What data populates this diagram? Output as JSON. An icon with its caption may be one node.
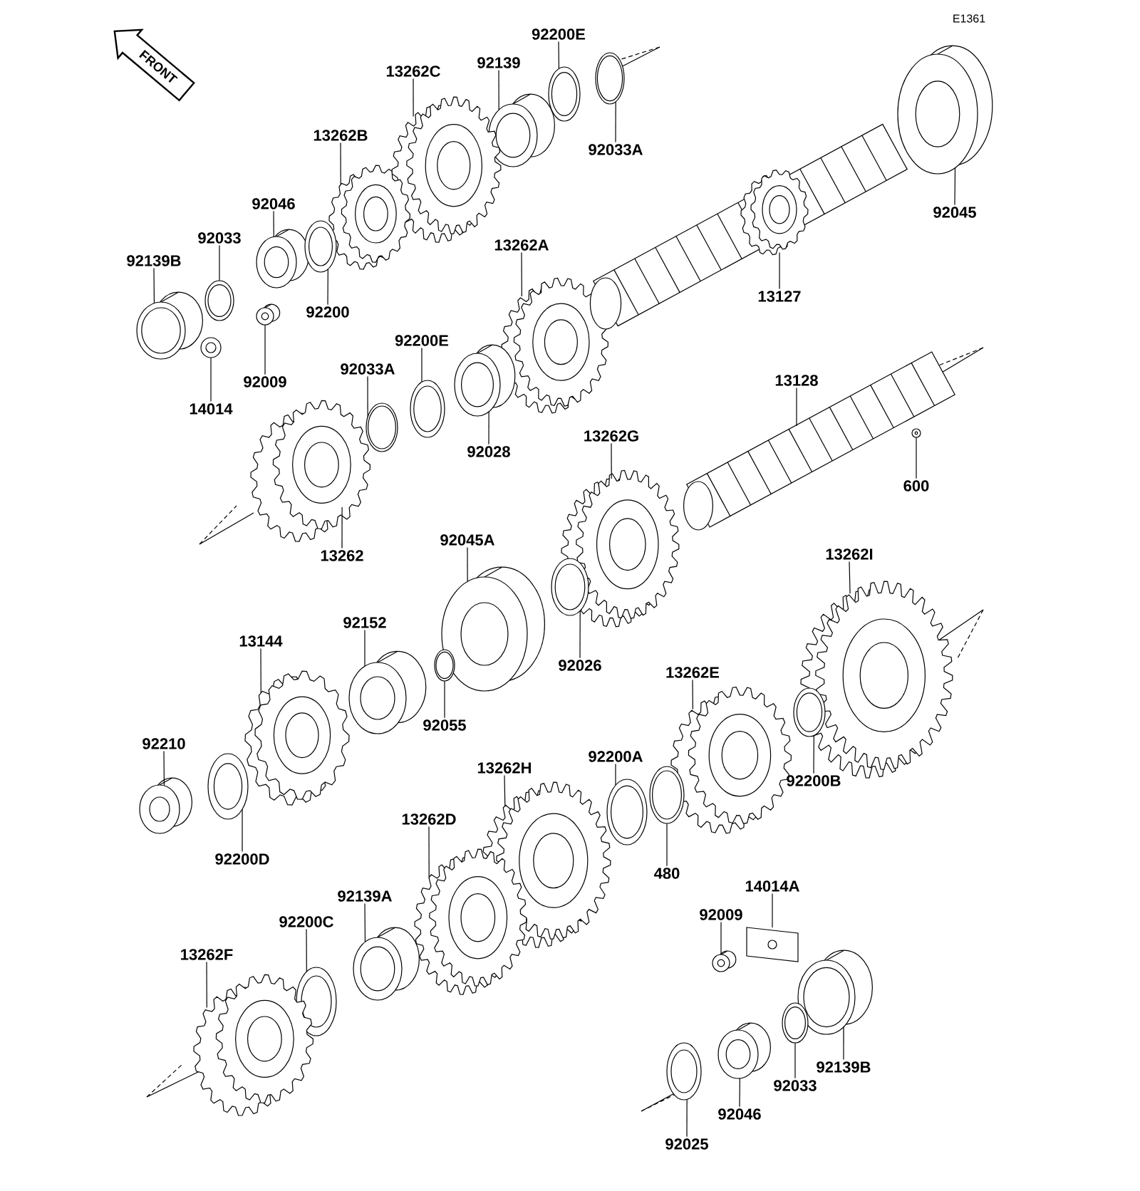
{
  "diagram": {
    "nodes": [
      {
        "text": [
          "FRONT"
        ]
      },
      {
        "text": [
          "92200E"
        ]
      },
      {
        "text": [
          "92139"
        ]
      },
      {
        "text": [
          "13262C"
        ]
      },
      {
        "text": [
          "13262B"
        ]
      },
      {
        "text": [
          "92033A"
        ]
      },
      {
        "text": [
          "92045"
        ]
      },
      {
        "text": [
          "92046"
        ]
      },
      {
        "text": [
          "92033"
        ]
      },
      {
        "text": [
          "13262A"
        ]
      },
      {
        "text": [
          "92139B"
        ]
      },
      {
        "text": [
          "13127"
        ]
      },
      {
        "text": [
          "92200"
        ]
      },
      {
        "text": [
          "92200E"
        ]
      },
      {
        "text": [
          "92033A"
        ]
      },
      {
        "text": [
          "13128"
        ]
      },
      {
        "text": [
          "92009"
        ]
      },
      {
        "text": [
          "14014"
        ]
      },
      {
        "text": [
          "13262G"
        ]
      },
      {
        "text": [
          "92028"
        ]
      },
      {
        "text": [
          "600"
        ]
      },
      {
        "text": [
          "92045A"
        ]
      },
      {
        "text": [
          "13262I"
        ]
      },
      {
        "text": [
          "13262"
        ]
      },
      {
        "text": [
          "92152"
        ]
      },
      {
        "text": [
          "13144"
        ]
      },
      {
        "text": [
          "92026"
        ]
      },
      {
        "text": [
          "13262E"
        ]
      },
      {
        "text": [
          "92055"
        ]
      },
      {
        "text": [
          "92210"
        ]
      },
      {
        "text": [
          "92200A"
        ]
      },
      {
        "text": [
          "13262H"
        ]
      },
      {
        "text": [
          "92200B"
        ]
      },
      {
        "text": [
          "13262D"
        ]
      },
      {
        "text": [
          "92200D"
        ]
      },
      {
        "text": [
          "480"
        ]
      },
      {
        "text": [
          "14014A"
        ]
      },
      {
        "text": [
          "92139A"
        ]
      },
      {
        "text": [
          "92009"
        ]
      },
      {
        "text": [
          "92200C"
        ]
      },
      {
        "text": [
          "13262F"
        ]
      },
      {
        "text": [
          "92139B"
        ]
      },
      {
        "text": [
          "92033"
        ]
      },
      {
        "text": [
          "92046"
        ]
      },
      {
        "text": [
          "92025"
        ]
      },
      {
        "text": [],
        "shape": "picture"
      },
      {
        "text": [],
        "shape": "picture"
      },
      {
        "text": [],
        "shape": "picture"
      },
      {
        "text": [],
        "shape": "picture"
      },
      {
        "text": [],
        "shape": "picture"
      },
      {
        "text": [],
        "shape": "picture"
      },
      {
        "text": [],
        "shape": "picture"
      },
      {
        "text": [],
        "shape": "picture"
      },
      {
        "text": [],
        "shape": "picture"
      },
      {
        "text": [],
        "shape": "picture"
      },
      {
        "text": [],
        "shape": "picture"
      },
      {
        "text": [],
        "shape": "picture"
      },
      {
        "text": [],
        "shape": "picture"
      },
      {
        "text": [],
        "shape": "picture"
      },
      {
        "text": [],
        "shape": "picture"
      },
      {
        "text": [],
        "shape": "picture"
      },
      {
        "text": [],
        "shape": "picture"
      },
      {
        "text": [],
        "shape": "picture"
      },
      {
        "text": [],
        "shape": "picture"
      },
      {
        "text": [],
        "shape": "picture"
      },
      {
        "text": [],
        "shape": "picture"
      },
      {
        "text": [],
        "shape": "picture"
      },
      {
        "text": [],
        "shape": "picture"
      },
      {
        "text": [],
        "shape": "picture"
      },
      {
        "text": [],
        "shape": "picture"
      },
      {
        "text": [],
        "shape": "picture"
      },
      {
        "text": [],
        "shape": "picture"
      },
      {
        "text": [],
        "shape": "picture"
      },
      {
        "text": [],
        "shape": "picture"
      },
      {
        "text": [],
        "shape": "picture"
      },
      {
        "text": [],
        "shape": "picture"
      },
      {
        "text": [],
        "shape": "picture"
      },
      {
        "text": [],
        "shape": "picture"
      },
      {
        "text": [],
        "shape": "picture"
      },
      {
        "text": [],
        "shape": "picture"
      },
      {
        "text": [],
        "shape": "picture"
      },
      {
        "text": [],
        "shape": "picture"
      },
      {
        "text": [],
        "shape": "picture"
      },
      {
        "text": [],
        "shape": "picture"
      },
      {
        "text": [],
        "shape": "picture"
      },
      {
        "text": [],
        "shape": "picture"
      },
      {
        "text": [],
        "shape": "picture"
      },
      {
        "text": [],
        "shape": "picture"
      },
      {
        "text": [],
        "shape": "picture"
      }
    ],
    "edges": [
      {
        "from": 1,
        "to": 45,
        "arrow": "none"
      },
      {
        "from": 2,
        "to": 46,
        "arrow": "none"
      },
      {
        "from": 3,
        "to": 47,
        "arrow": "none"
      },
      {
        "from": 4,
        "to": 48,
        "arrow": "none"
      },
      {
        "from": 5,
        "to": 49,
        "arrow": "none"
      },
      {
        "from": 6,
        "to": 50,
        "arrow": "none"
      },
      {
        "from": 7,
        "to": 51,
        "arrow": "none"
      },
      {
        "from": 8,
        "to": 52,
        "arrow": "none"
      },
      {
        "from": 9,
        "to": 53,
        "arrow": "none"
      },
      {
        "from": 10,
        "to": 54,
        "arrow": "none"
      },
      {
        "from": 11,
        "to": 55,
        "arrow": "none"
      },
      {
        "from": 12,
        "to": 56,
        "arrow": "none"
      },
      {
        "from": 13,
        "to": 57,
        "arrow": "none"
      },
      {
        "from": 14,
        "to": 58,
        "arrow": "none"
      },
      {
        "from": 15,
        "to": 59,
        "arrow": "none"
      },
      {
        "from": 16,
        "to": 60,
        "arrow": "none"
      },
      {
        "from": 17,
        "to": 61,
        "arrow": "none"
      },
      {
        "from": 18,
        "to": 62,
        "arrow": "none"
      },
      {
        "from": 19,
        "to": 63,
        "arrow": "none"
      },
      {
        "from": 20,
        "to": 64,
        "arrow": "none"
      },
      {
        "from": 21,
        "to": 65,
        "arrow": "none"
      },
      {
        "from": 22,
        "to": 66,
        "arrow": "none"
      },
      {
        "from": 23,
        "to": 67,
        "arrow": "none"
      },
      {
        "from": 24,
        "to": 68,
        "arrow": "none"
      },
      {
        "from": 25,
        "to": 69,
        "arrow": "none"
      },
      {
        "from": 26,
        "to": 70,
        "arrow": "none"
      },
      {
        "from": 27,
        "to": 71,
        "arrow": "none"
      },
      {
        "from": 28,
        "to": 72,
        "arrow": "none"
      },
      {
        "from": 29,
        "to": 73,
        "arrow": "none"
      },
      {
        "from": 30,
        "to": 74,
        "arrow": "none"
      },
      {
        "from": 31,
        "to": 75,
        "arrow": "none"
      },
      {
        "from": 32,
        "to": 76,
        "arrow": "none"
      },
      {
        "from": 33,
        "to": 77,
        "arrow": "none"
      },
      {
        "from": 34,
        "to": 78,
        "arrow": "none"
      },
      {
        "from": 35,
        "to": 79,
        "arrow": "none"
      },
      {
        "from": 36,
        "to": 80,
        "arrow": "none"
      },
      {
        "from": 37,
        "to": 81,
        "arrow": "none"
      },
      {
        "from": 38,
        "to": 82,
        "arrow": "none"
      },
      {
        "from": 39,
        "to": 83,
        "arrow": "none"
      },
      {
        "from": 40,
        "to": 84,
        "arrow": "none"
      },
      {
        "from": 41,
        "to": 85,
        "arrow": "none"
      },
      {
        "from": 42,
        "to": 86,
        "arrow": "none"
      },
      {
        "from": 43,
        "to": 87,
        "arrow": "none"
      },
      {
        "from": 44,
        "to": 88,
        "arrow": "none"
      }
    ],
    "labels": [
      "E1361"
    ]
  }
}
